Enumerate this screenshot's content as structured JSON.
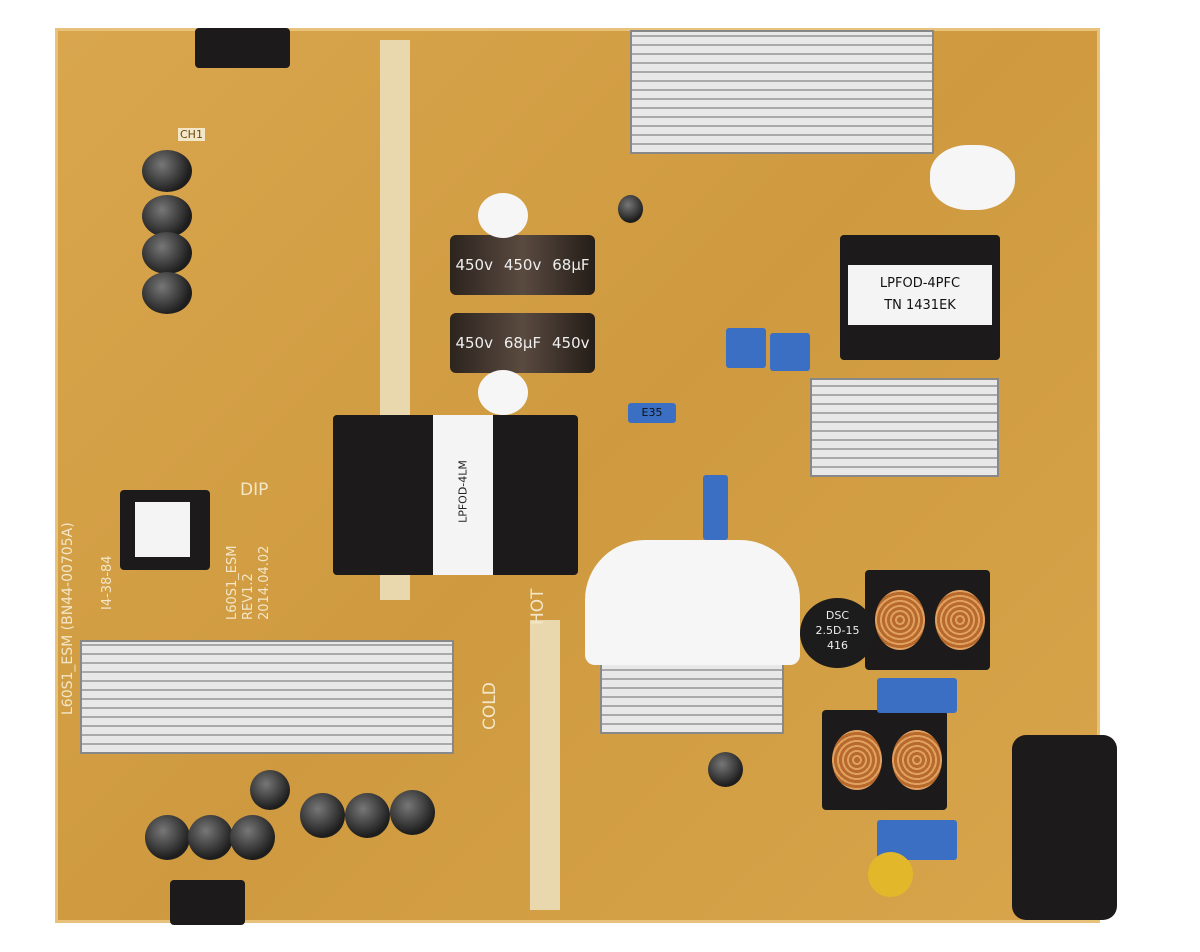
{
  "board": {
    "model_label": "L60S1_ESM (BN44-00705A)",
    "rev_lines": [
      "L60S1_ESM",
      "REV1.2",
      "2014.04.02"
    ],
    "dip": "DIP",
    "hot": "HOT",
    "cold": "COLD",
    "ch1": "CH1",
    "marking": "I4-38-84"
  },
  "pfc_transformer": {
    "line1": "LPFOD-4PFC",
    "line2": "TN 1431EK"
  },
  "main_transformer": {
    "label": "LPFOD-4LM"
  },
  "bulk_caps": {
    "voltage": "450v",
    "capacitance": "68µF"
  },
  "small_cap": {
    "label": "E35"
  },
  "thermistor": {
    "line1": "DSC",
    "line2": "2.5D-15",
    "line3": "416"
  },
  "colors": {
    "board": "#d2a046",
    "heatsink": "#d8d8d8",
    "component_blue": "#3a6fc4"
  }
}
